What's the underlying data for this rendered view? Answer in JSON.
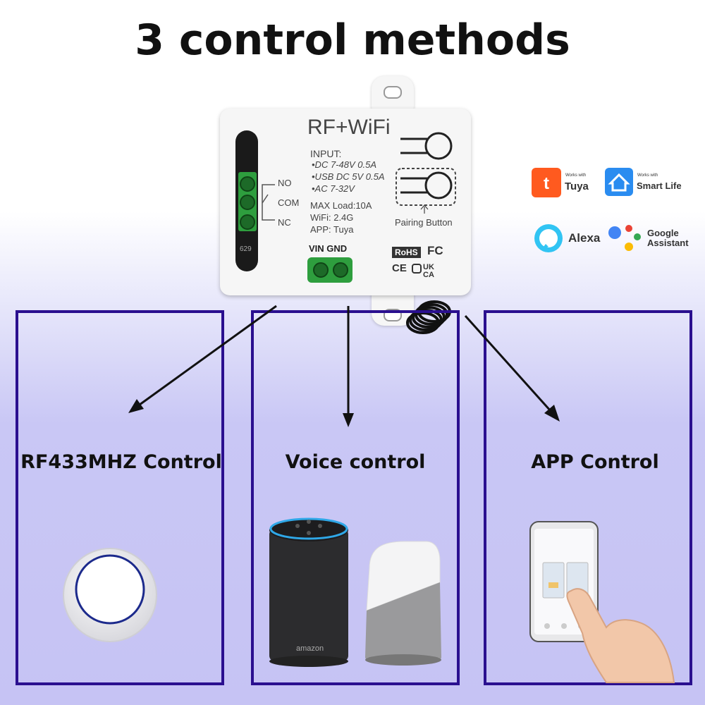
{
  "title": "3 control methods",
  "device": {
    "name": "RF+WiFi",
    "input_label": "INPUT:",
    "inputs": [
      "•DC 7-48V 0.5A",
      "•USB DC 5V 0.5A",
      "•AC 7-32V"
    ],
    "specs": [
      "MAX Load:10A",
      "WiFi: 2.4G",
      "APP: Tuya"
    ],
    "terminals": [
      "NO",
      "COM",
      "NC"
    ],
    "power_label": "VIN GND",
    "pairing_label": "Pairing Button",
    "marks": [
      "RoHS",
      "FC",
      "CE",
      "UK CA"
    ],
    "code": "629"
  },
  "badges": [
    {
      "small": "Works with",
      "big": "Tuya",
      "color": "#ff5a1f"
    },
    {
      "small": "Works with",
      "big": "Smart Life",
      "color": "#2a8cf0"
    },
    {
      "big": "Alexa",
      "color": "#31c4f3"
    },
    {
      "big": "Google Assistant",
      "colors": [
        "#4285f4",
        "#ea4335",
        "#fbbc05",
        "#34a853"
      ]
    }
  ],
  "panels": [
    {
      "label": "RF433MHZ Control"
    },
    {
      "label": "Voice control"
    },
    {
      "label": "APP Control"
    }
  ],
  "speaker_brand": "amazon",
  "colors": {
    "panel_border": "#2a0f8f",
    "background": "#c6c3f4"
  }
}
